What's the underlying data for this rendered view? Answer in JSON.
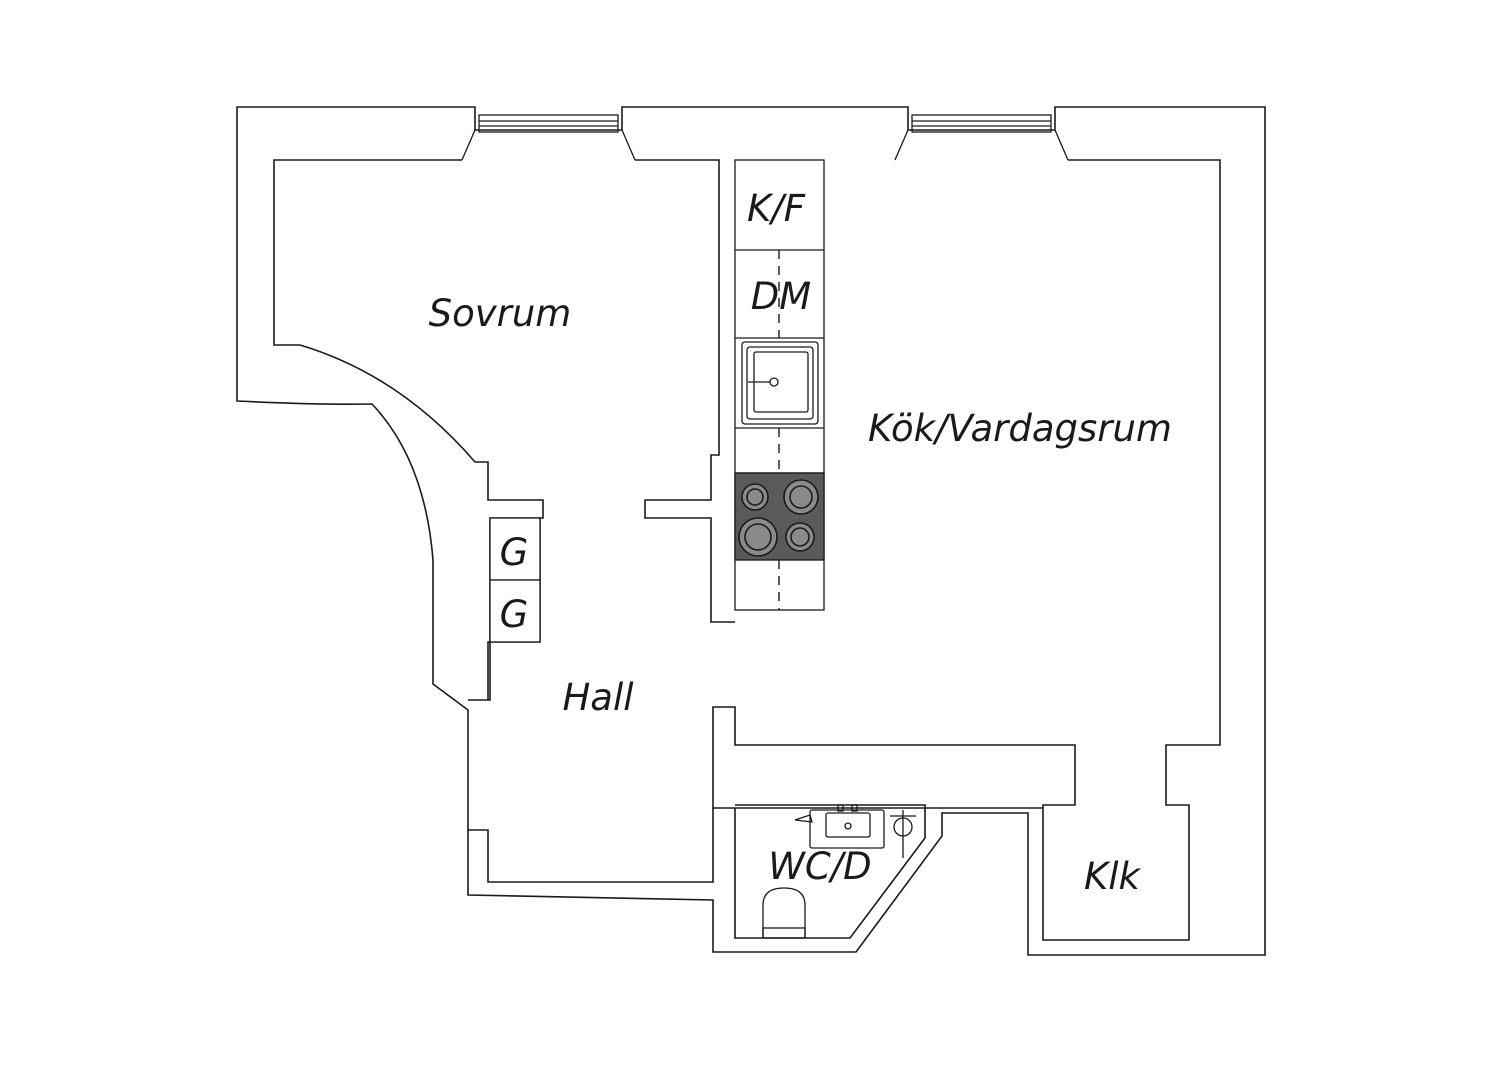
{
  "rooms": {
    "sovrum": "Sovrum",
    "kok_vardagsrum": "Kök/Vardagsrum",
    "hall": "Hall",
    "wc_d": "WC/D",
    "klk": "Klk"
  },
  "fixtures": {
    "kf": "K/F",
    "dm": "DM",
    "g1": "G",
    "g2": "G"
  },
  "colors": {
    "line": "#1a1a1a",
    "stove": "#5a5a5a",
    "burner": "#8a8a8a",
    "background": "#ffffff"
  }
}
